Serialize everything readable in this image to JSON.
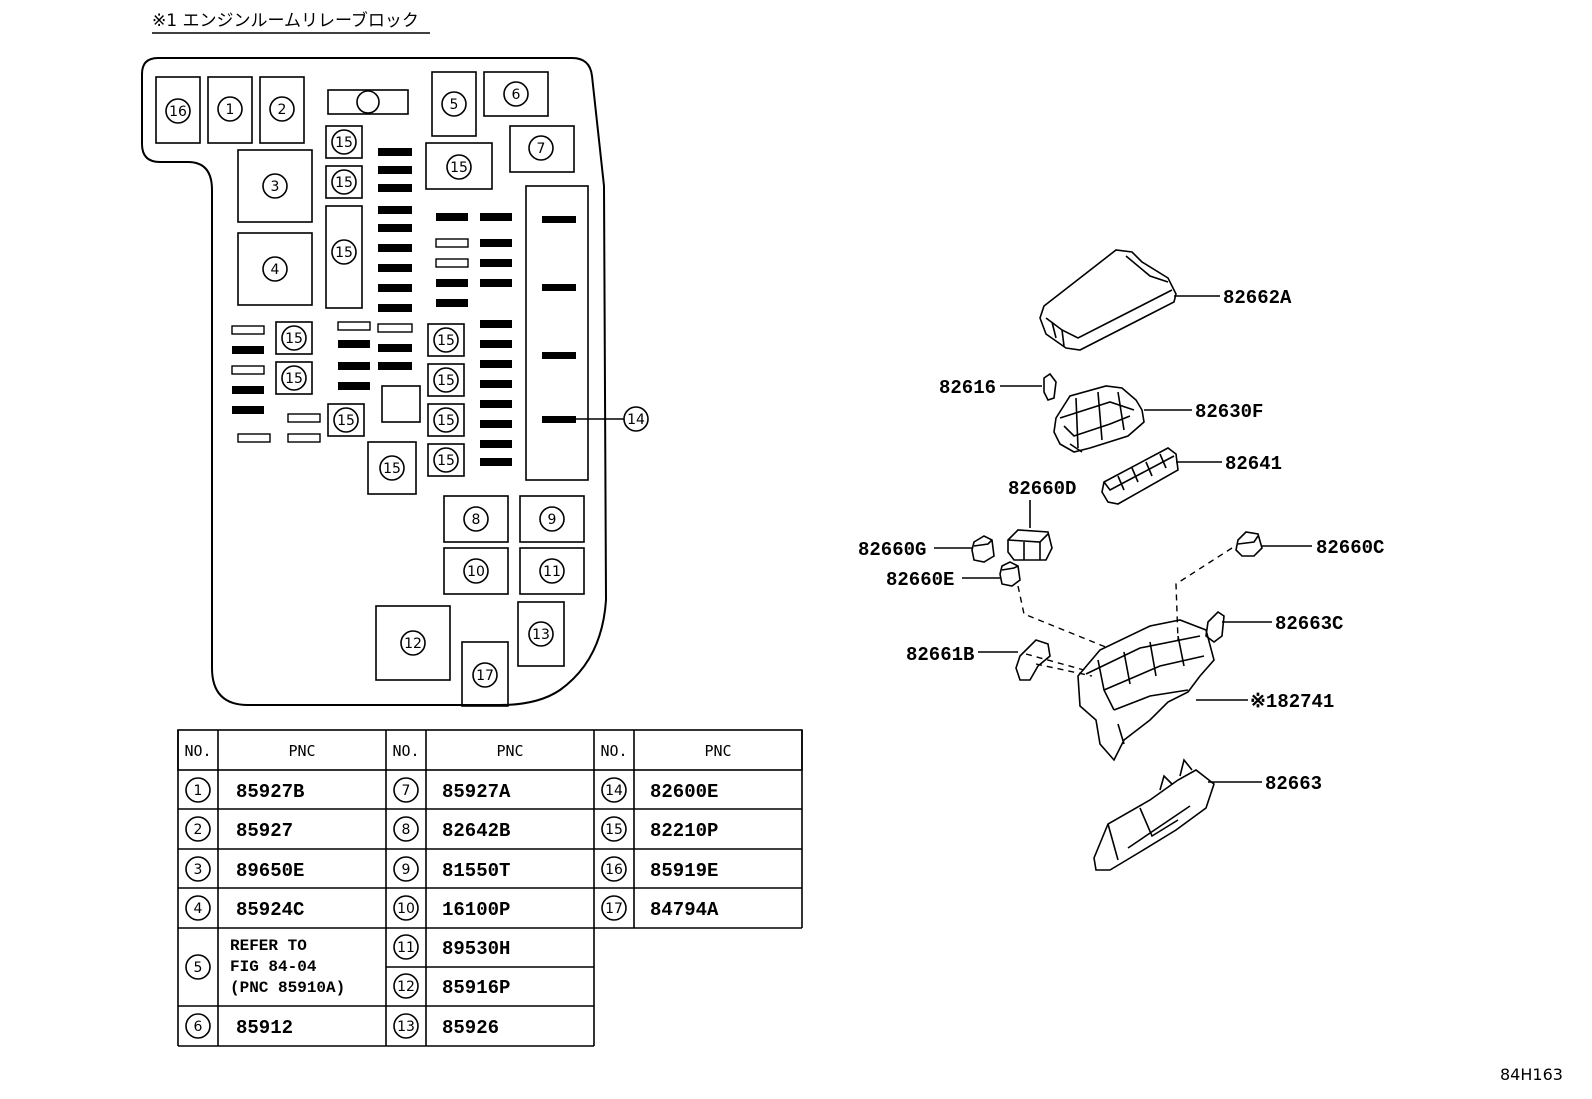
{
  "title": "※1 エンジンルームリレーブロック",
  "figure_code": "84H163",
  "block_callouts": [
    "16",
    "1",
    "2",
    "5",
    "6",
    "7",
    "3",
    "4",
    "15",
    "14",
    "8",
    "9",
    "10",
    "11",
    "12",
    "13",
    "17"
  ],
  "table": {
    "headers": {
      "no": "NO.",
      "pnc": "PNC"
    },
    "col1": [
      {
        "no": "1",
        "pnc": "85927B"
      },
      {
        "no": "2",
        "pnc": "85927"
      },
      {
        "no": "3",
        "pnc": "89650E"
      },
      {
        "no": "4",
        "pnc": "85924C"
      },
      {
        "no": "5",
        "pnc_lines": [
          "REFER TO",
          "FIG 84-04",
          "(PNC 85910A)"
        ]
      },
      {
        "no": "6",
        "pnc": "85912"
      }
    ],
    "col2": [
      {
        "no": "7",
        "pnc": "85927A"
      },
      {
        "no": "8",
        "pnc": "82642B"
      },
      {
        "no": "9",
        "pnc": "81550T"
      },
      {
        "no": "10",
        "pnc": "16100P"
      },
      {
        "no": "11",
        "pnc": "89530H"
      },
      {
        "no": "12",
        "pnc": "85916P"
      },
      {
        "no": "13",
        "pnc": "85926"
      }
    ],
    "col3": [
      {
        "no": "14",
        "pnc": "82600E"
      },
      {
        "no": "15",
        "pnc": "82210P"
      },
      {
        "no": "16",
        "pnc": "85919E"
      },
      {
        "no": "17",
        "pnc": "84794A"
      }
    ]
  },
  "parts": {
    "p82662A": "82662A",
    "p82616": "82616",
    "p82630F": "82630F",
    "p82641": "82641",
    "p82660D": "82660D",
    "p82660G": "82660G",
    "p82660E": "82660E",
    "p82660C": "82660C",
    "p82663C": "82663C",
    "p82661B": "82661B",
    "p82741": "※182741",
    "p82663": "82663"
  }
}
